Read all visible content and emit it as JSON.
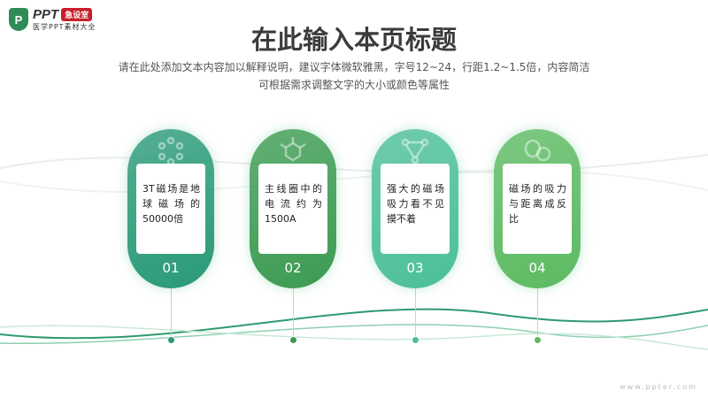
{
  "logo": {
    "mark": "P",
    "name": "PPT",
    "badge": "急设室",
    "tagline": "医学PPT素材大全"
  },
  "header": {
    "title": "在此输入本页标题",
    "subtitle_lines": [
      "请在此处添加文本内容加以解释说明，建议字体微软雅黑，字号12~24，行距1.2~1.5倍，内容简洁",
      "可根据需求调整文字的大小或颜色等属性"
    ]
  },
  "cards": [
    {
      "number": "01",
      "text": "3T磁场是地球磁场的50000倍",
      "icon": "molecule-ring-icon",
      "color": "#2a9a78"
    },
    {
      "number": "02",
      "text": "主线圈中的电流约为1500A",
      "icon": "hexagon-molecule-icon",
      "color": "#3c9b52"
    },
    {
      "number": "03",
      "text": "强大的磁场吸力看不见摸不着",
      "icon": "triangle-nodes-icon",
      "color": "#4cbf9a"
    },
    {
      "number": "04",
      "text": "磁场的吸力与距离成反比",
      "icon": "cells-icon",
      "color": "#5cba62"
    }
  ],
  "watermark": "www.ppter.com"
}
